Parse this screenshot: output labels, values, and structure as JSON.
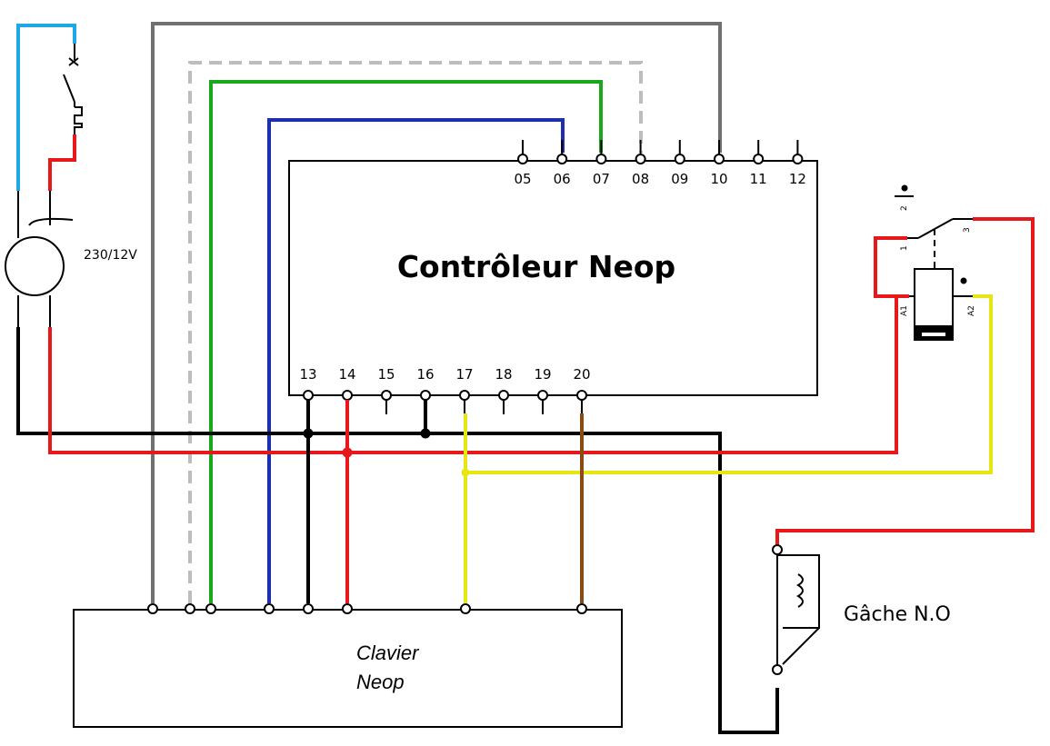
{
  "controller": {
    "title": "Contrôleur Neop",
    "top_terminals": [
      "05",
      "06",
      "07",
      "08",
      "09",
      "10",
      "11",
      "12"
    ],
    "bottom_terminals": [
      "13",
      "14",
      "15",
      "16",
      "17",
      "18",
      "19",
      "20"
    ]
  },
  "keypad": {
    "line1": "Clavier",
    "line2": "Neop"
  },
  "transformer": {
    "label": "230/12V"
  },
  "strike": {
    "label": "Gâche N.O"
  },
  "relay": {
    "pin1": "1",
    "pin2": "2",
    "pin3": "3",
    "coil_a1": "A1",
    "coil_a2": "A2"
  },
  "wire_colors": {
    "black": "#000000",
    "red": "#e8181a",
    "blue": "#1c2fb0",
    "green": "#1aa81a",
    "gray": "#707070",
    "light_gray_dashed": "#bdbdbd",
    "yellow": "#e6e612",
    "brown": "#8a4a12",
    "cyan": "#1ea8e8"
  }
}
